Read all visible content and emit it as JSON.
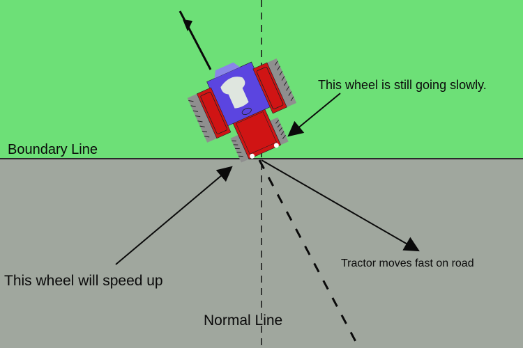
{
  "diagram": {
    "title": "Refraction analogy: tractor crossing from grass to road",
    "labels": {
      "boundary": "Boundary Line",
      "slow_wheel": "This wheel is still going slowly.",
      "speed_up_wheel": "This wheel will speed up",
      "normal": "Normal Line",
      "road": "Tractor moves fast on road"
    },
    "regions": {
      "grass": {
        "name": "grass",
        "color": "#6de077"
      },
      "road": {
        "name": "road",
        "color": "#a0a79e"
      }
    },
    "colors": {
      "tractor_body": "#d01414",
      "cab": "#5b45e0",
      "tread": "#8f8f8f",
      "seat": "#dfe6df",
      "lines": "#0a0a0a"
    }
  }
}
